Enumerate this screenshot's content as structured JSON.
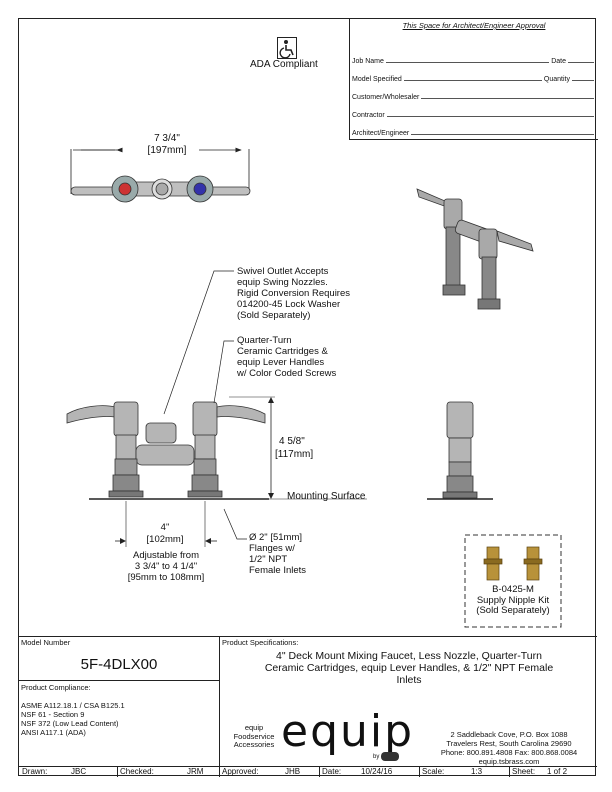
{
  "approval": {
    "title": "This Space for Architect/Engineer Approval",
    "job_name": "Job Name",
    "date": "Date",
    "model_specified": "Model Specified",
    "quantity": "Quantity",
    "customer": "Customer/Wholesaler",
    "contractor": "Contractor",
    "architect": "Architect/Engineer"
  },
  "ada": {
    "label": "ADA Compliant"
  },
  "dims": {
    "top_width": "7 3/4\"",
    "top_width_mm": "[197mm]",
    "height": "4 5/8\"",
    "height_mm": "[117mm]",
    "center": "4\"",
    "center_mm": "[102mm]",
    "adjustable_1": "Adjustable from",
    "adjustable_2": "3 3/4\" to 4 1/4\"",
    "adjustable_3": "[95mm to 108mm]",
    "mounting": "Mounting Surface",
    "flange_1": "Ø 2\" [51mm]",
    "flange_2": "Flanges w/",
    "flange_3": "1/2\" NPT",
    "flange_4": "Female Inlets"
  },
  "notes": {
    "swivel": [
      "Swivel Outlet Accepts",
      "equip Swing Nozzles.",
      "Rigid Conversion Requires",
      "014200-45 Lock Washer",
      "(Sold Separately)"
    ],
    "cartridge": [
      "Quarter-Turn",
      "Ceramic Cartridges &",
      "equip Lever Handles",
      "w/ Color Coded Screws"
    ]
  },
  "kit": {
    "part": "B-0425-M",
    "name": "Supply Nipple Kit",
    "note": "(Sold Separately)"
  },
  "info": {
    "model_number_label": "Model Number",
    "model_number": "5F-4DLX00",
    "compliance_label": "Product Compliance:",
    "compliance": [
      "ASME A112.18.1 / CSA B125.1",
      "NSF 61 - Section 9",
      "NSF 372 (Low Lead Content)",
      "ANSI A117.1 (ADA)"
    ],
    "spec_label": "Product Specifications:",
    "spec": [
      "4\" Deck Mount Mixing Faucet,  Less Nozzle, Quarter-Turn",
      "Ceramic Cartridges, equip Lever Handles, & 1/2\" NPT Female",
      "Inlets"
    ],
    "brand_small": [
      "equip",
      "Foodservice",
      "Accessories"
    ],
    "brand_logo": "equip",
    "brand_by": "by",
    "address": [
      "2 Saddleback Cove, P.O. Box 1088",
      "Travelers Rest, South Carolina 29690",
      "Phone: 800.891.4808  Fax: 800.868.0084",
      "equip.tsbrass.com"
    ]
  },
  "footer": {
    "drawn_label": "Drawn:",
    "drawn": "JBC",
    "checked_label": "Checked:",
    "checked": "JRM",
    "approved_label": "Approved:",
    "approved": "JHB",
    "date_label": "Date:",
    "date": "10/24/16",
    "scale_label": "Scale:",
    "scale": "1:3",
    "sheet_label": "Sheet:",
    "sheet": "1  of  2"
  }
}
